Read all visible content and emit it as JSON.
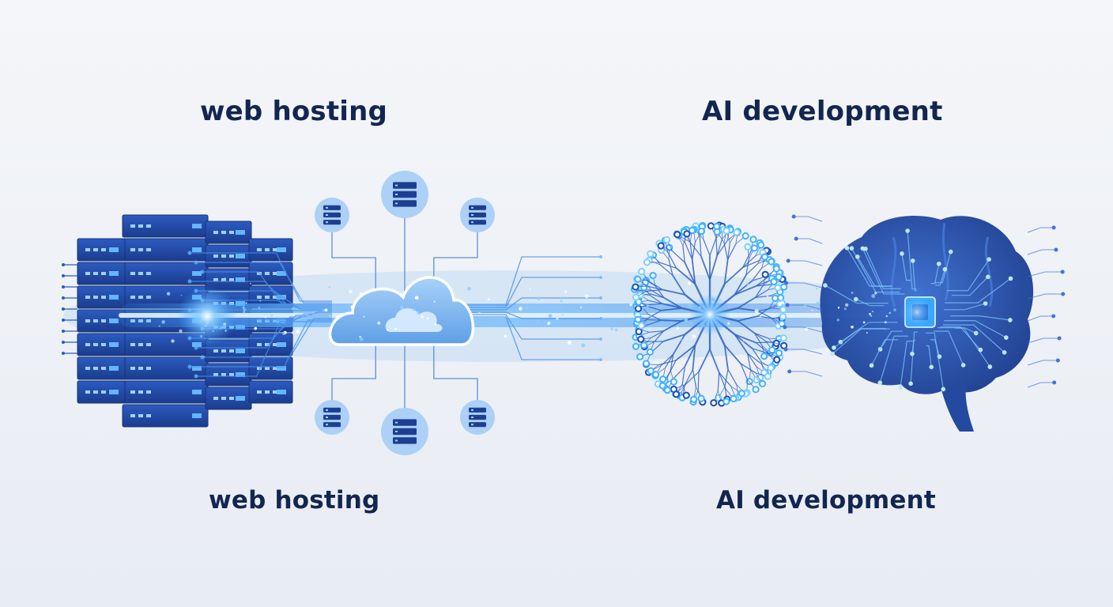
{
  "labels": {
    "top_left": "web hosting",
    "top_right": "AI development",
    "bottom_left": "web hosting",
    "bottom_right": "AI development"
  },
  "icons": {
    "left": "server-rack-icon",
    "center": "cloud-icon",
    "nodes": "server-icon",
    "tree": "neural-network-icon",
    "right": "ai-brain-icon",
    "chip": "microchip-icon"
  },
  "colors": {
    "background": "#eef1f6",
    "navy": "#12264f",
    "server_dark": "#1e3f95",
    "server_mid": "#2a56b8",
    "glow": "#3aa0ff",
    "light_blue": "#a9cdf5",
    "cloud": "#7fb6f0",
    "brain": "#2450a8"
  }
}
